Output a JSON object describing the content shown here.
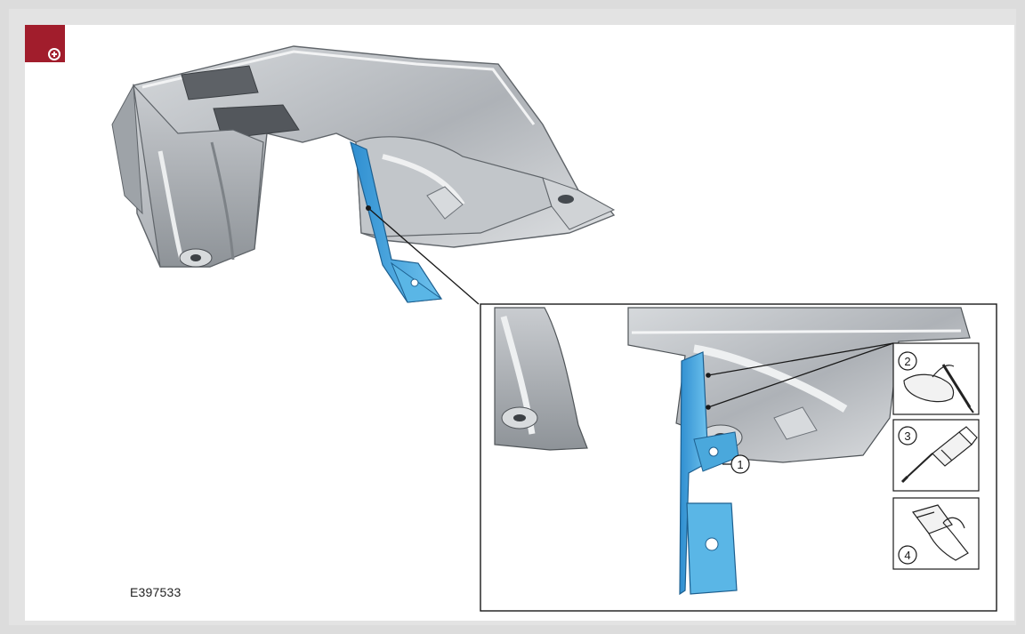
{
  "figure": {
    "id_label": "E397533"
  },
  "callouts": {
    "c1": "1",
    "c2": "2",
    "c3": "3",
    "c4": "4"
  },
  "icons": {
    "zoom": "zoom-in-icon",
    "step2": "marker-pen-in-hand-icon",
    "step3": "sealant-tube-icon",
    "step4": "hand-pressing-icon"
  },
  "colors": {
    "accent": "#a11d2c",
    "highlight": "#4aa8dc",
    "metal": "#b9bdc1",
    "metal_dark": "#6f747a",
    "outline": "#2b2b2b"
  }
}
